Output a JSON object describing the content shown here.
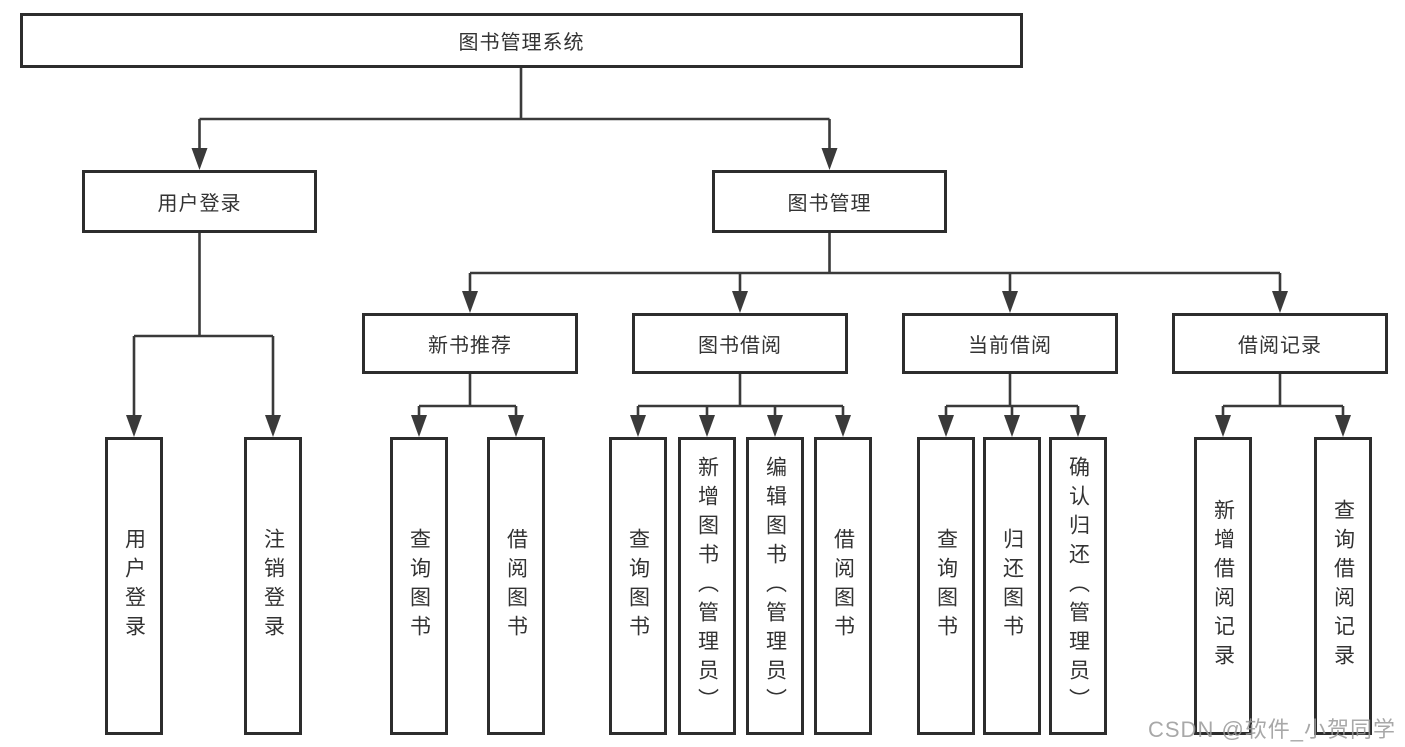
{
  "diagram": {
    "root": {
      "label": "图书管理系统"
    },
    "branches": [
      {
        "label": "用户登录",
        "children": [
          "用户登录",
          "注销登录"
        ]
      },
      {
        "label": "图书管理",
        "children": [
          {
            "label": "新书推荐",
            "children": [
              "查询图书",
              "借阅图书"
            ]
          },
          {
            "label": "图书借阅",
            "children": [
              "查询图书",
              "新增图书（管理员）",
              "编辑图书（管理员）",
              "借阅图书"
            ]
          },
          {
            "label": "当前借阅",
            "children": [
              "查询图书",
              "归还图书",
              "确认归还（管理员）"
            ]
          },
          {
            "label": "借阅记录",
            "children": [
              "新增借阅记录",
              "查询借阅记录"
            ]
          }
        ]
      }
    ]
  },
  "watermark": {
    "text": "CSDN @软件_小贺同学"
  },
  "colors": {
    "line": "#3a3a3a",
    "border": "#2d2d2d",
    "text": "#333333",
    "watermark": "#9a9a9a",
    "background": "#ffffff"
  }
}
